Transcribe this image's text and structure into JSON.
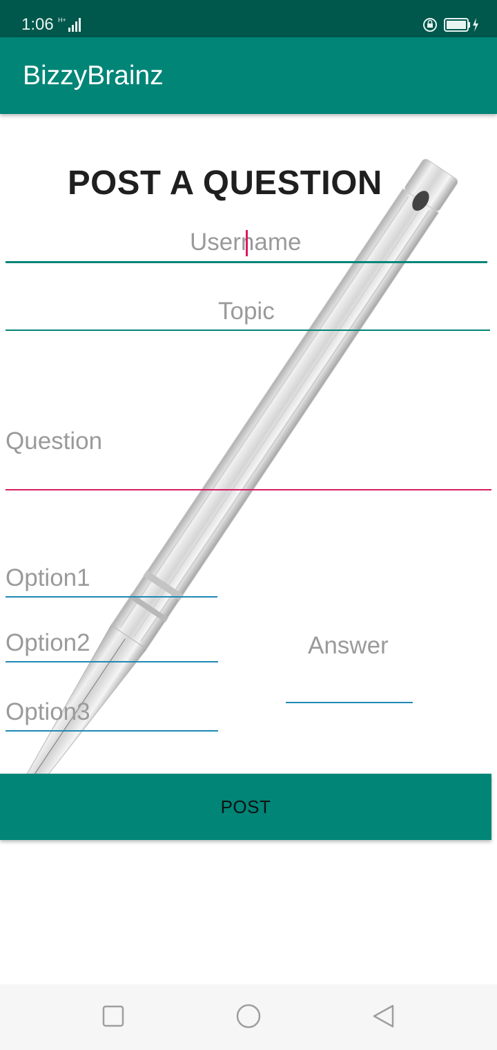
{
  "status_bar": {
    "time": "1:06",
    "signal_label": "H+",
    "icons": [
      "signal-icon",
      "rotation-lock-icon",
      "battery-charging-icon"
    ]
  },
  "app_bar": {
    "title": "BizzyBrainz"
  },
  "form": {
    "heading": "POST A QUESTION",
    "username_placeholder": "Username",
    "topic_placeholder": "Topic",
    "question_placeholder": "Question",
    "option1_placeholder": "Option1",
    "option2_placeholder": "Option2",
    "option3_placeholder": "Option3",
    "answer_placeholder": "Answer",
    "post_label": "POST"
  },
  "colors": {
    "status_bar": "#00574B",
    "primary": "#008577",
    "accent": "#D81B60",
    "field_underline_blue": "#1E88B4"
  },
  "nav_bar": {
    "buttons": [
      "recents-square-icon",
      "home-circle-icon",
      "back-triangle-icon"
    ]
  }
}
